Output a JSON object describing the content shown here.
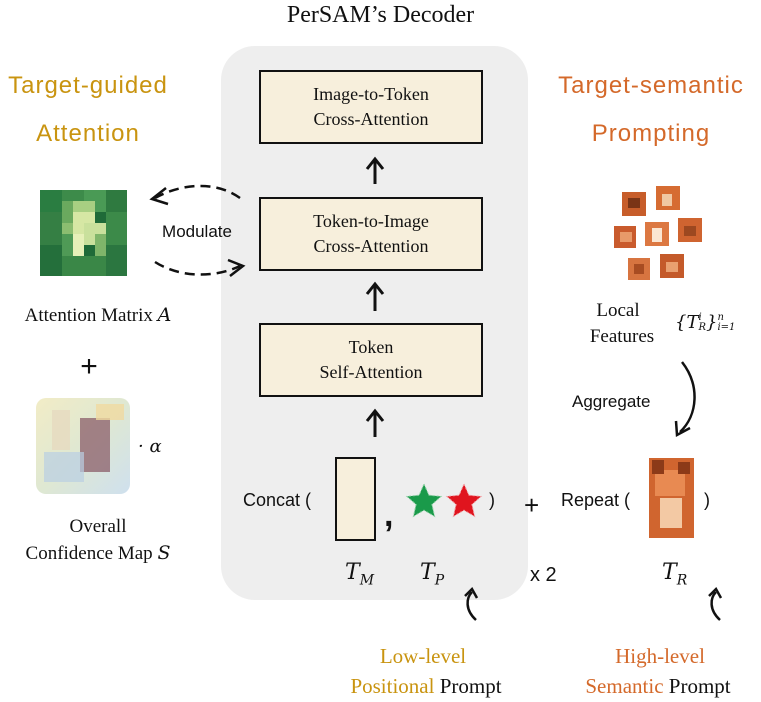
{
  "title": "PerSAM’s Decoder",
  "left": {
    "heading_line1": "Target-guided",
    "heading_line2": "Attention",
    "attention_label": "Attention Matrix",
    "attention_symbol": "A",
    "plus": "+",
    "alpha": "· α",
    "confidence_line1": "Overall",
    "confidence_line2": "Confidence Map",
    "confidence_symbol": "S",
    "modulate": "Modulate"
  },
  "decoder": {
    "block1_line1": "Image-to-Token",
    "block1_line2": "Cross-Attention",
    "block2_line1": "Token-to-Image",
    "block2_line2": "Cross-Attention",
    "block3_line1": "Token",
    "block3_line2": "Self-Attention",
    "concat_open": "Concat (",
    "comma": ",",
    "close_paren": ")",
    "tm_base": "T",
    "tm_sub": "M",
    "tp_base": "T",
    "tp_sub": "P",
    "times_two": "x 2"
  },
  "right": {
    "heading_line1": "Target-semantic",
    "heading_line2": "Prompting",
    "local_line1": "Local",
    "local_line2": "Features",
    "features_set_base": "{T",
    "features_set_sup": "i",
    "features_set_sub": "R",
    "features_set_close": "}",
    "features_set_range_sup": "n",
    "features_set_range_sub": "i=1",
    "aggregate": "Aggregate",
    "plus": "+",
    "repeat_open": "Repeat (",
    "close_paren": ")",
    "tr_base": "T",
    "tr_sub": "R"
  },
  "bottom": {
    "low_word": "Low-level",
    "positional_word": "Positional",
    "prompt_word1": "Prompt",
    "high_word": "High-level",
    "semantic_word": "Semantic",
    "prompt_word2": "Prompt"
  },
  "colors": {
    "gold": "#c99410",
    "orange": "#d4692a",
    "panel": "#eeeeee",
    "block_fill": "#f7efdc",
    "star_green": "#1a9a4a",
    "star_red": "#e0141e"
  }
}
